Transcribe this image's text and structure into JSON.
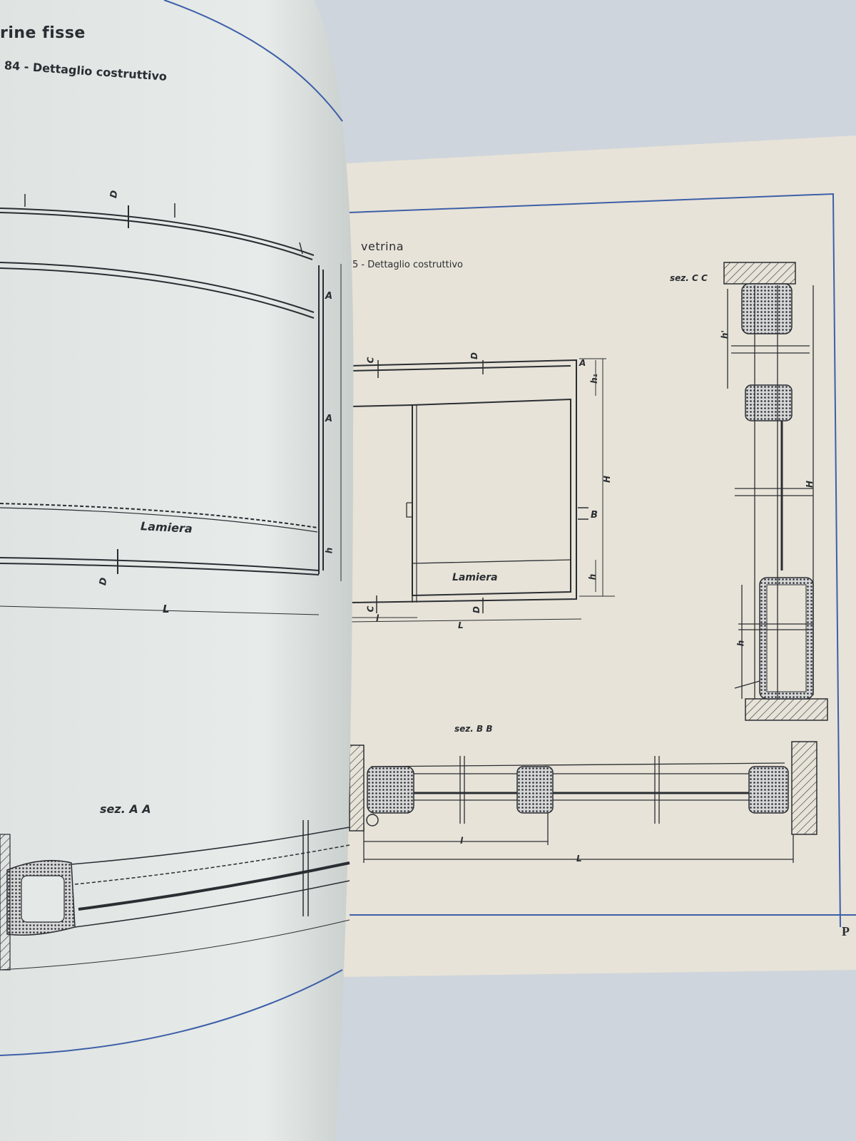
{
  "left_page": {
    "title": "rine fisse",
    "subtitle": "84 - Dettaglio costruttivo",
    "labels": {
      "lamiera": "Lamiera",
      "section": "sez. A A",
      "dim_L": "L",
      "dim_A": "A",
      "dim_A2": "A",
      "dim_D_top": "D",
      "dim_D_bottom": "D",
      "dim_h": "h"
    }
  },
  "right_page": {
    "title": "vetrina",
    "subtitle": "5 - Dettaglio costruttivo",
    "page_letter": "P",
    "labels": {
      "sec_cc": "sez. C C",
      "sec_bb": "sez. B B",
      "lamiera": "Lamiera",
      "dim_A": "A",
      "dim_h1": "h₁",
      "dim_H": "H",
      "dim_B": "B",
      "dim_h": "h",
      "dim_C_top": "C",
      "dim_C_bottom": "C",
      "dim_D_top": "D",
      "dim_D_bottom": "D",
      "dim_l": "l",
      "dim_L": "L",
      "cc_h1": "h'",
      "cc_H": "H",
      "cc_h": "h",
      "bb_l": "l",
      "bb_L": "L"
    }
  },
  "colors": {
    "background": "#cfd5dc",
    "left_paper": "#e4e8e6",
    "right_paper": "#e8e3d8",
    "ink": "#2a2e33",
    "rule_blue": "#3d5fa8"
  }
}
